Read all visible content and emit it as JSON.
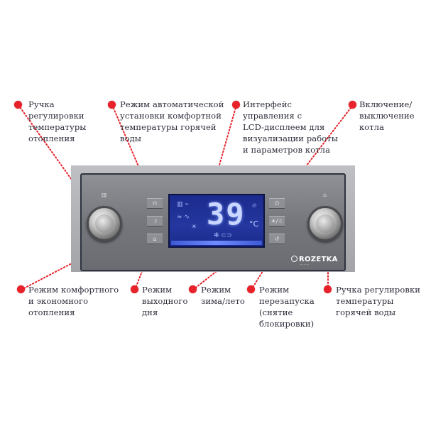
{
  "callouts": {
    "heating_knob": "Ручка\nрегулировки\nтемпературы\nотопления",
    "auto_comfort": "Режим автоматической\nустановки комфортной\nтемпературы горячей\nводы",
    "lcd_interface": "Интерфейс\nуправления с\nLCD-дисплеем для\nвизуализации работы\nи параметров котла",
    "power": "Включение/\nвыключение\nкотла",
    "comfort_eco": "Режим комфортного\nи экономного\nотопления",
    "holiday": "Режим\nвыходного\nдня",
    "summer_winter": "Режим\nзима/лето",
    "reset": "Режим\nперезапуска\n(снятие\nблокировки)",
    "dhw_knob": "Ручка регулировки\nтемпературы\nгорячей воды"
  },
  "display": {
    "temperature": "39",
    "unit": "°C"
  },
  "icons": {
    "left_buttons": [
      "shower-icon",
      "eco-icon",
      "holiday-icon"
    ],
    "right_buttons": [
      "power-icon",
      "summer-winter-icon",
      "reset-icon"
    ]
  },
  "watermark": {
    "brand": "ROZETKA"
  },
  "colors": {
    "marker": "#e8222a",
    "leader": "#e8222a",
    "lcd": "#24379f",
    "panel": "#7b7d82"
  }
}
